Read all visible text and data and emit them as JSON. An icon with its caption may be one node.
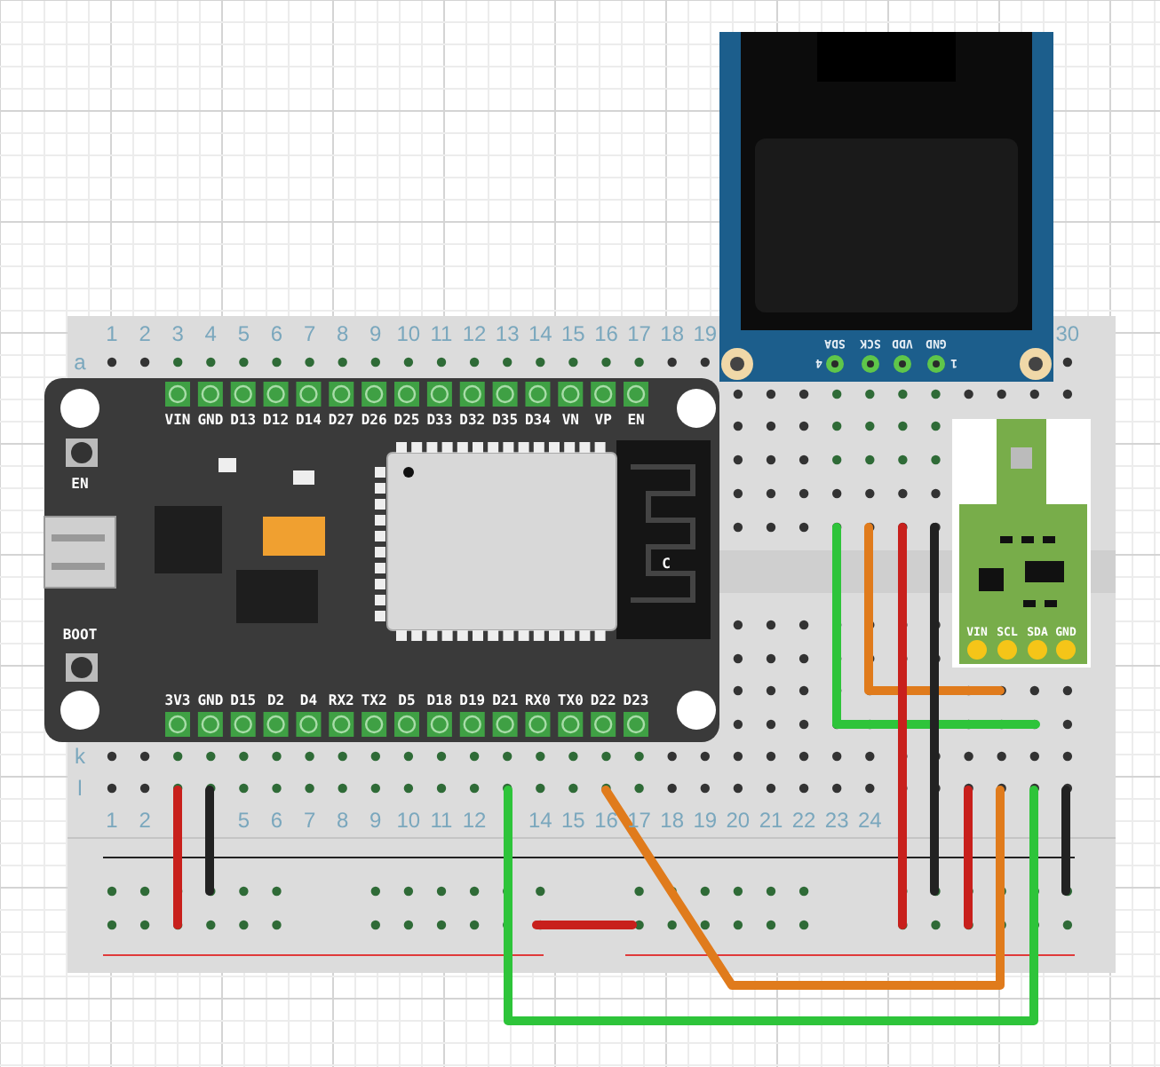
{
  "diagram": {
    "nodes": [
      {
        "text": [
          "VIN",
          "GND",
          "D13",
          "D12",
          "D14",
          "D27",
          "D26",
          "D25",
          "D33",
          "D32",
          "D35",
          "D34",
          "VN",
          "VP",
          "EN",
          "EN",
          "C",
          "BOOT",
          "3V3",
          "GND",
          "D15",
          "D2",
          "D4",
          "RX2",
          "TX2",
          "D5",
          "D18",
          "D19",
          "D21",
          "RX0",
          "TX0",
          "D22",
          "D23"
        ]
      },
      {
        "text": [
          "4",
          "SDA",
          "SCK",
          "VDD",
          "GND",
          "1"
        ]
      },
      {
        "text": [
          "VIN",
          "SCL",
          "SDA",
          "GND"
        ]
      }
    ],
    "labels": [
      "1",
      "2",
      "3",
      "4",
      "5",
      "6",
      "7",
      "8",
      "9",
      "10",
      "11",
      "12",
      "13",
      "14",
      "15",
      "16",
      "17",
      "18",
      "19",
      "30",
      "a",
      "k",
      "l",
      "1",
      "2",
      "5",
      "6",
      "7",
      "8",
      "9",
      "10",
      "11",
      "12",
      "14",
      "15",
      "16",
      "17",
      "18",
      "19",
      "20",
      "21",
      "22",
      "23",
      "24"
    ]
  }
}
